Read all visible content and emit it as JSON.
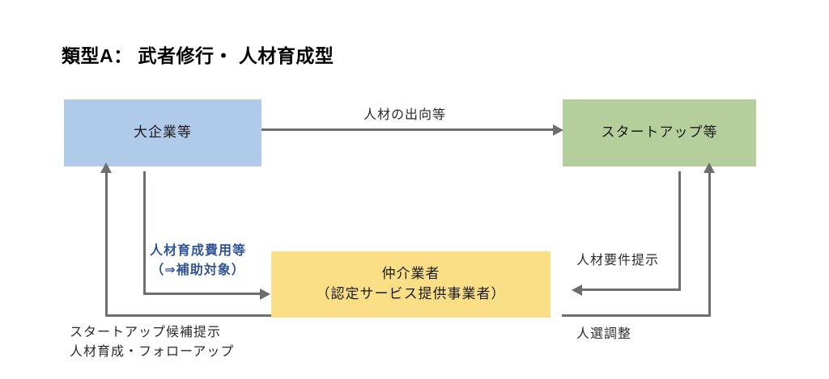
{
  "title": "類型A： 武者修行・ 人材育成型",
  "colors": {
    "large_company_box": "#b0cbe9",
    "startup_box": "#b4cf9c",
    "intermediary_box": "#fbdf87",
    "connector": "#6d6e70",
    "accent_text": "#2f5597",
    "title_text": "#000000",
    "background": "#ffffff"
  },
  "nodes": {
    "large_company": {
      "label": "大企業等"
    },
    "startup": {
      "label": "スタートアップ等"
    },
    "intermediary": {
      "label_line1": "仲介業者",
      "label_line2": "（認定サービス提供事業者）"
    }
  },
  "edges": {
    "dispatch": {
      "label": "人材の出向等",
      "from": "大企業等",
      "to": "スタートアップ等",
      "direction": "right"
    },
    "training_cost": {
      "label_line1": "人材育成費用等",
      "label_line2": "（⇒補助対象）",
      "from": "大企業等",
      "to": "仲介業者",
      "direction": "right"
    },
    "candidate_followup": {
      "label_line1": "スタートアップ候補提示",
      "label_line2": "人材育成・フォローアップ",
      "from": "仲介業者",
      "to": "大企業等",
      "direction": "up"
    },
    "talent_requirement": {
      "label": "人材要件提示",
      "from": "スタートアップ等",
      "to": "仲介業者",
      "direction": "left"
    },
    "selection_adjustment": {
      "label": "人選調整",
      "from": "仲介業者",
      "to": "スタートアップ等",
      "direction": "up"
    }
  }
}
